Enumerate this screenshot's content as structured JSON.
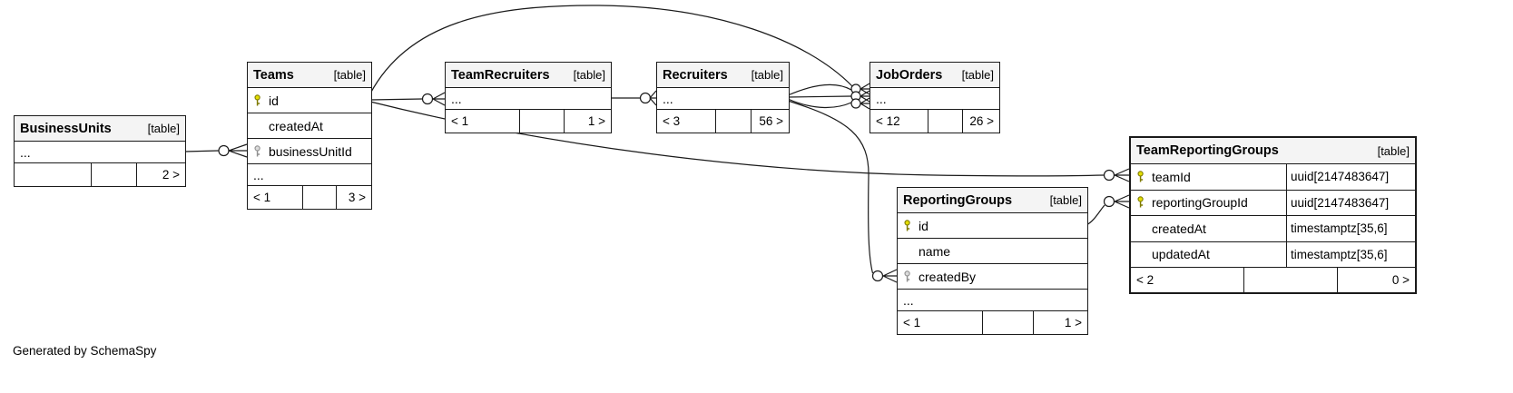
{
  "credit": "Generated by SchemaSpy",
  "colors": {
    "edge": "#1a1a1a",
    "table_border": "#1a1a1a",
    "table_header_bg": "#f4f4f4",
    "primary_key": "#e4de00",
    "primary_key_outline": "#7e7a00",
    "foreign_key": "#dcdcdc",
    "foreign_key_outline": "#8f8f8f"
  },
  "icons": {
    "primary_key_icon": "key-icon-yellow",
    "foreign_key_icon": "key-icon-gray"
  },
  "tables": {
    "business_units": {
      "name": "BusinessUnits",
      "tag": "[table]",
      "dots": "...",
      "footer": [
        "",
        "",
        "2 >"
      ]
    },
    "teams": {
      "name": "Teams",
      "tag": "[table]",
      "dots": "...",
      "columns": [
        {
          "name": "id",
          "key": "primary"
        },
        {
          "name": "createdAt",
          "key": "none"
        },
        {
          "name": "businessUnitId",
          "key": "foreign"
        }
      ],
      "footer": [
        "< 1",
        "",
        "3 >"
      ]
    },
    "team_recruiters": {
      "name": "TeamRecruiters",
      "tag": "[table]",
      "dots": "...",
      "footer": [
        "< 1",
        "",
        "1 >"
      ]
    },
    "recruiters": {
      "name": "Recruiters",
      "tag": "[table]",
      "dots": "...",
      "footer": [
        "< 3",
        "",
        "56 >"
      ]
    },
    "job_orders": {
      "name": "JobOrders",
      "tag": "[table]",
      "dots": "...",
      "footer": [
        "< 12",
        "",
        "26 >"
      ]
    },
    "reporting_groups": {
      "name": "ReportingGroups",
      "tag": "[table]",
      "dots": "...",
      "columns": [
        {
          "name": "id",
          "key": "primary"
        },
        {
          "name": "name",
          "key": "none"
        },
        {
          "name": "createdBy",
          "key": "foreign"
        }
      ],
      "footer": [
        "< 1",
        "",
        "1 >"
      ]
    },
    "team_reporting_groups": {
      "name": "TeamReportingGroups",
      "tag": "[table]",
      "columns": [
        {
          "name": "teamId",
          "type": "uuid[2147483647]",
          "key": "primary"
        },
        {
          "name": "reportingGroupId",
          "type": "uuid[2147483647]",
          "key": "primary"
        },
        {
          "name": "createdAt",
          "type": "timestamptz[35,6]",
          "key": "none"
        },
        {
          "name": "updatedAt",
          "type": "timestamptz[35,6]",
          "key": "none"
        }
      ],
      "footer": [
        "< 2",
        "",
        "0 >"
      ]
    }
  }
}
